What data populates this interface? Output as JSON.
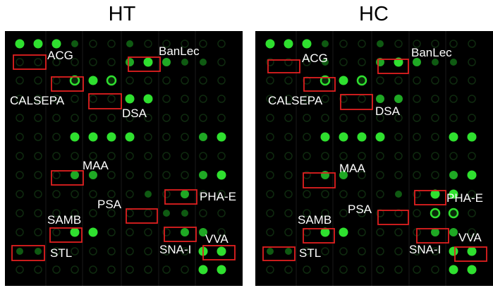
{
  "panels": [
    {
      "title": "HT",
      "labels": {
        "acg": "ACG",
        "banlec": "BanLec",
        "calsepa": "CALSEPA",
        "dsa": "DSA",
        "maa": "MAA",
        "pha_e": "PHA-E",
        "psa": "PSA",
        "samb": "SAMB",
        "vva": "VVA",
        "sna_i": "SNA-I",
        "stl": "STL"
      }
    },
    {
      "title": "HC",
      "labels": {
        "acg": "ACG",
        "banlec": "BanLec",
        "calsepa": "CALSEPA",
        "dsa": "DSA",
        "maa": "MAA",
        "pha_e": "PHA-E",
        "psa": "PSA",
        "samb": "SAMB",
        "vva": "VVA",
        "sna_i": "SNA-I",
        "stl": "STL"
      }
    }
  ],
  "colors": {
    "background": "#000000",
    "spot": "#2fe02f",
    "highlight_box": "#e02020",
    "label": "#ffffff"
  }
}
